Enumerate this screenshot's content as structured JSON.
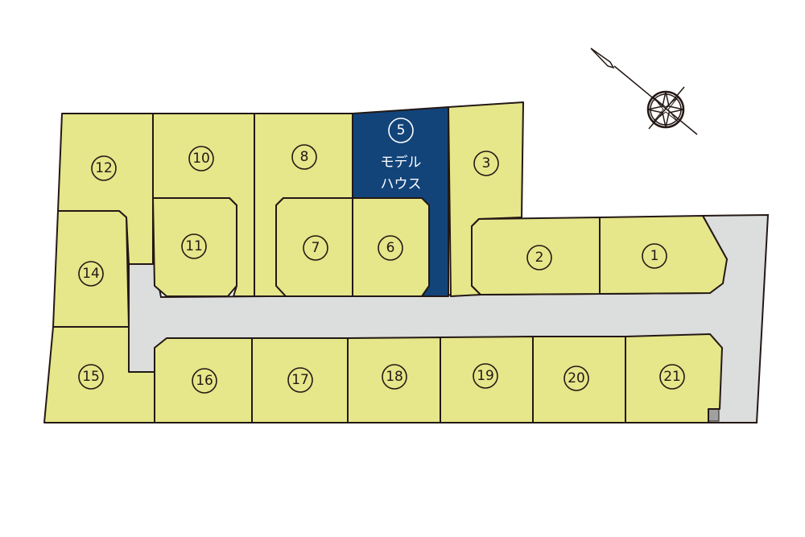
{
  "colors": {
    "lot": "#e6e68a",
    "model_lot": "#12447a",
    "road": "#dcdddd",
    "line": "#231815"
  },
  "lots": [
    {
      "id": "1",
      "label": "1"
    },
    {
      "id": "2",
      "label": "2"
    },
    {
      "id": "3",
      "label": "3"
    },
    {
      "id": "5",
      "label": "5",
      "note_line1": "モデル",
      "note_line2": "ハウス"
    },
    {
      "id": "6",
      "label": "6"
    },
    {
      "id": "7",
      "label": "7"
    },
    {
      "id": "8",
      "label": "8"
    },
    {
      "id": "10",
      "label": "10"
    },
    {
      "id": "11",
      "label": "11"
    },
    {
      "id": "12",
      "label": "12"
    },
    {
      "id": "14",
      "label": "14"
    },
    {
      "id": "15",
      "label": "15"
    },
    {
      "id": "16",
      "label": "16"
    },
    {
      "id": "17",
      "label": "17"
    },
    {
      "id": "18",
      "label": "18"
    },
    {
      "id": "19",
      "label": "19"
    },
    {
      "id": "20",
      "label": "20"
    },
    {
      "id": "21",
      "label": "21"
    }
  ],
  "compass": {
    "icon": "compass-rose-icon"
  }
}
